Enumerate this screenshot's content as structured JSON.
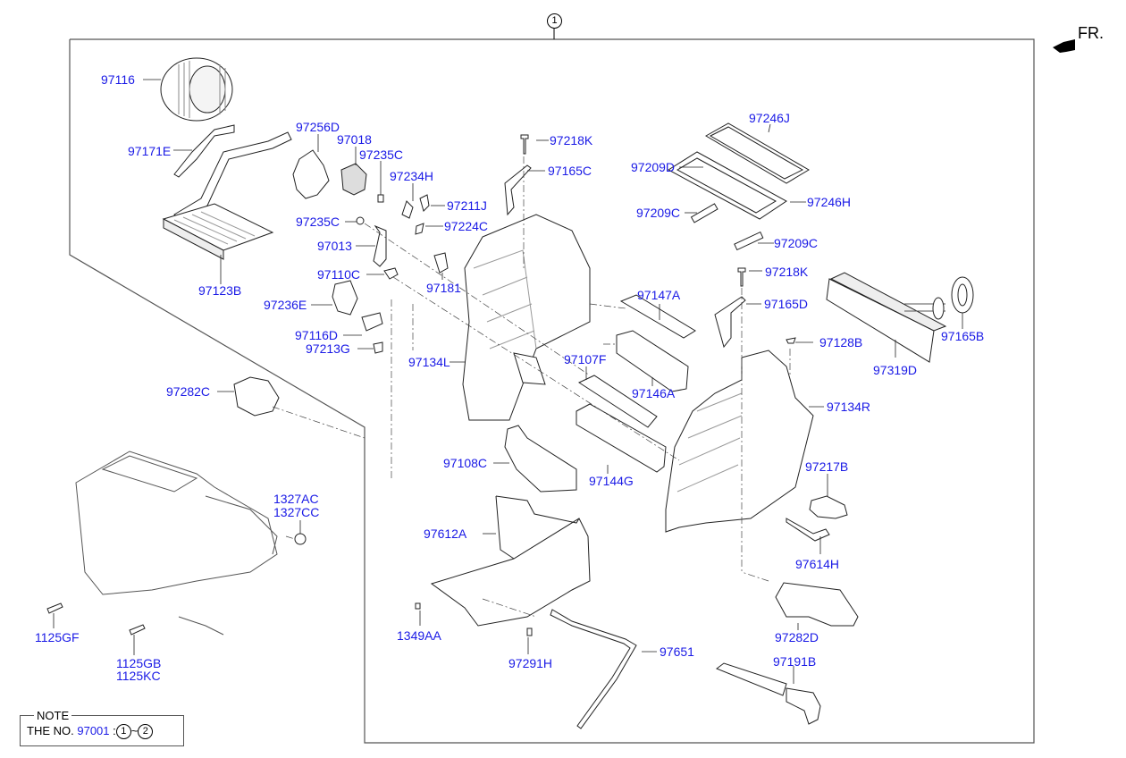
{
  "diagram": {
    "title_callout": "1",
    "direction_marker": "FR.",
    "parts": [
      {
        "id": "97116",
        "label": "97116"
      },
      {
        "id": "97171E",
        "label": "97171E"
      },
      {
        "id": "97256D",
        "label": "97256D"
      },
      {
        "id": "97018",
        "label": "97018"
      },
      {
        "id": "97235C_a",
        "label": "97235C"
      },
      {
        "id": "97234H",
        "label": "97234H"
      },
      {
        "id": "97211J",
        "label": "97211J"
      },
      {
        "id": "97235C_b",
        "label": "97235C"
      },
      {
        "id": "97224C",
        "label": "97224C"
      },
      {
        "id": "97013",
        "label": "97013"
      },
      {
        "id": "97110C",
        "label": "97110C"
      },
      {
        "id": "97181",
        "label": "97181"
      },
      {
        "id": "97236E",
        "label": "97236E"
      },
      {
        "id": "97116D",
        "label": "97116D"
      },
      {
        "id": "97213G",
        "label": "97213G"
      },
      {
        "id": "97123B",
        "label": "97123B"
      },
      {
        "id": "97218K_a",
        "label": "97218K"
      },
      {
        "id": "97165C",
        "label": "97165C"
      },
      {
        "id": "97246J",
        "label": "97246J"
      },
      {
        "id": "97209D",
        "label": "97209D"
      },
      {
        "id": "97246H",
        "label": "97246H"
      },
      {
        "id": "97209C_a",
        "label": "97209C"
      },
      {
        "id": "97209C_b",
        "label": "97209C"
      },
      {
        "id": "97218K_b",
        "label": "97218K"
      },
      {
        "id": "97165D",
        "label": "97165D"
      },
      {
        "id": "97165B",
        "label": "97165B"
      },
      {
        "id": "97319D",
        "label": "97319D"
      },
      {
        "id": "97128B",
        "label": "97128B"
      },
      {
        "id": "97147A",
        "label": "97147A"
      },
      {
        "id": "97134L",
        "label": "97134L"
      },
      {
        "id": "97107F",
        "label": "97107F"
      },
      {
        "id": "97146A",
        "label": "97146A"
      },
      {
        "id": "97134R",
        "label": "97134R"
      },
      {
        "id": "97282C",
        "label": "97282C"
      },
      {
        "id": "97108C",
        "label": "97108C"
      },
      {
        "id": "97144G",
        "label": "97144G"
      },
      {
        "id": "97217B",
        "label": "97217B"
      },
      {
        "id": "97612A",
        "label": "97612A"
      },
      {
        "id": "97614H",
        "label": "97614H"
      },
      {
        "id": "1327AC",
        "label": "1327AC"
      },
      {
        "id": "1327CC",
        "label": "1327CC"
      },
      {
        "id": "1349AA",
        "label": "1349AA"
      },
      {
        "id": "97282D",
        "label": "97282D"
      },
      {
        "id": "1125GF",
        "label": "1125GF"
      },
      {
        "id": "97651",
        "label": "97651"
      },
      {
        "id": "97291H",
        "label": "97291H"
      },
      {
        "id": "97191B",
        "label": "97191B"
      },
      {
        "id": "1125GB",
        "label": "1125GB"
      },
      {
        "id": "1125KC",
        "label": "1125KC"
      }
    ],
    "note": {
      "title": "NOTE",
      "prefix": "THE NO.",
      "number": "97001",
      "separator": ":",
      "range_start": "1",
      "range_sep": "~",
      "range_end": "2"
    }
  }
}
